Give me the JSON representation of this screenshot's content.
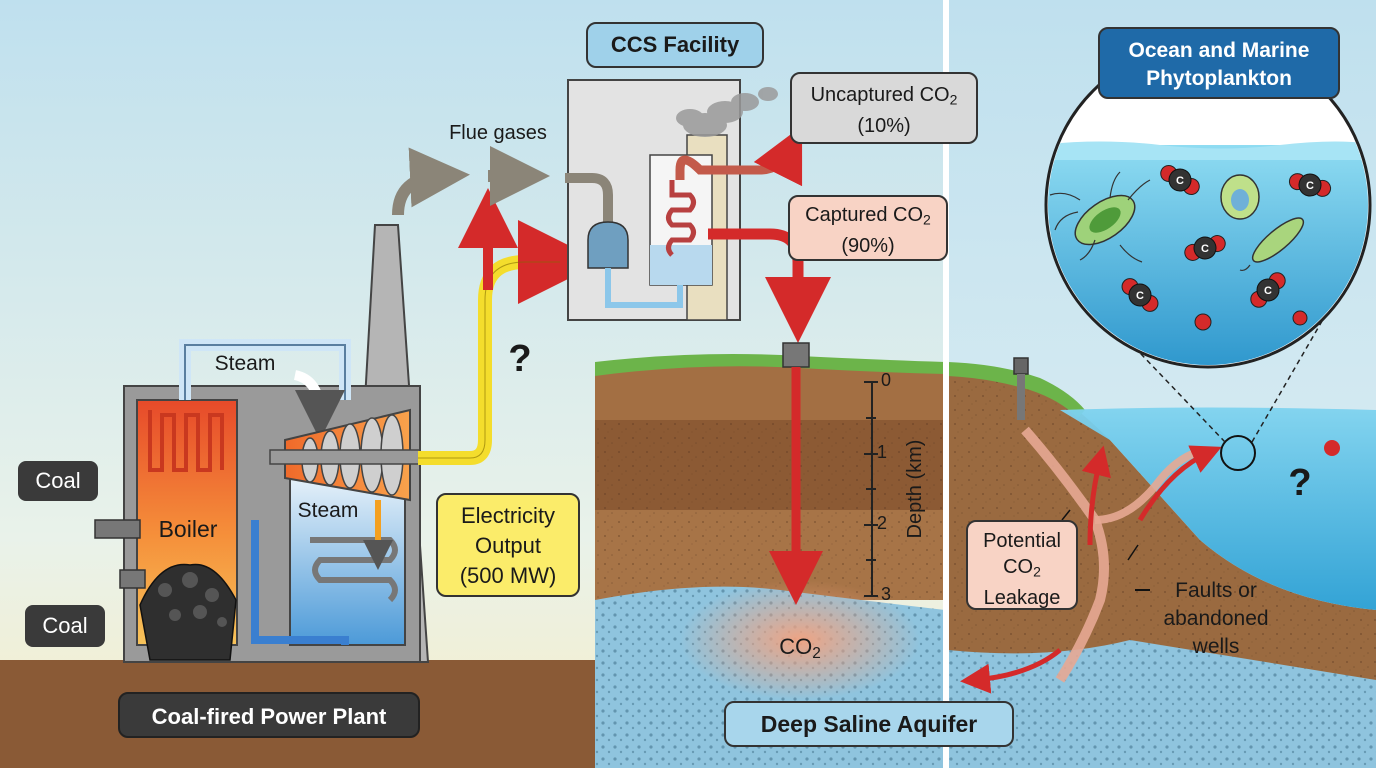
{
  "labels": {
    "ccs_facility": "CCS Facility",
    "ocean_title": "Ocean and Marine Phytoplankton",
    "flue_gases": "Flue gases",
    "uncaptured_prefix": "Uncaptured CO",
    "uncaptured_sub": "2",
    "uncaptured_pct": "(10%)",
    "captured_prefix": "Captured CO",
    "captured_sub": "2",
    "captured_pct": "(90%)",
    "steam_top": "Steam",
    "steam_bottom": "Steam",
    "boiler": "Boiler",
    "coal_top": "Coal",
    "coal_bottom": "Coal",
    "electricity_line1": "Electricity",
    "electricity_line2": "Output",
    "electricity_line3": "(500 MW)",
    "question_mark_left": "?",
    "question_mark_right": "?",
    "depth_axis": "Depth (km)",
    "depth_ticks": [
      "0",
      "1",
      "2",
      "3"
    ],
    "co2_prefix": "CO",
    "co2_sub": "2",
    "leak_line1": "Potential",
    "leak_line2_prefix": "CO",
    "leak_line2_sub": "2",
    "leak_line3": "Leakage",
    "faults_line1": "Faults or",
    "faults_line2": "abandoned",
    "faults_line3": "wells",
    "power_plant": "Coal-fired Power Plant",
    "aquifer": "Deep Saline Aquifer",
    "co2_molecule_letter": "C"
  },
  "colors": {
    "captured_arrow": "#d42a2a",
    "electricity_arrow": "#f4dd2c",
    "flue_arrow": "#8b8578",
    "uncaptured_box": "#d9d9d9",
    "captured_box": "#f8d3c5",
    "electricity_box": "#fbec6a",
    "ccs_box": "#9fd1ea",
    "ocean_title_box": "#1f6aa8",
    "aquifer_box": "#a8d6ec"
  }
}
